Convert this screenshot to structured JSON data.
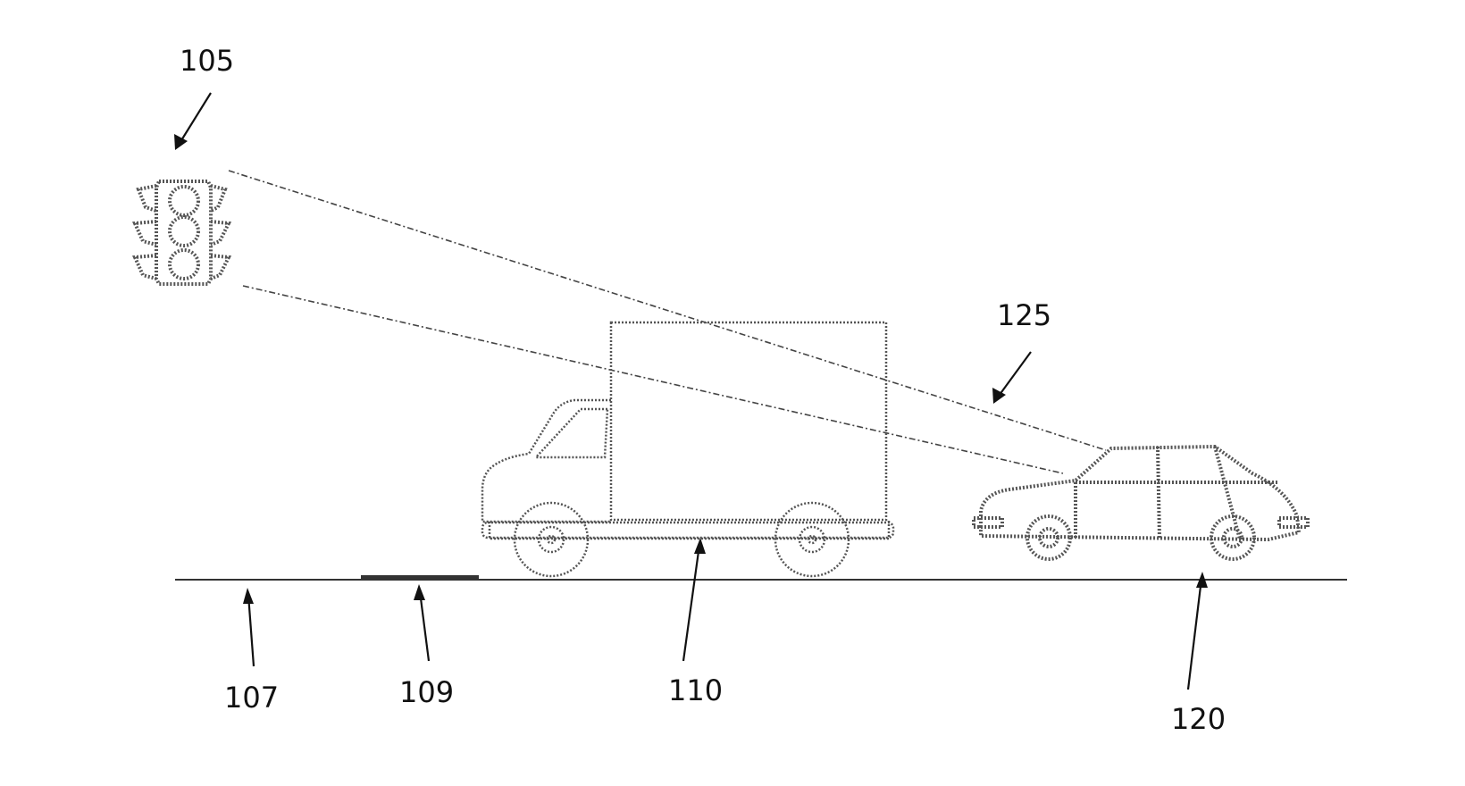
{
  "figure": {
    "reference_numerals": {
      "traffic_light": "105",
      "road": "107",
      "road_marking": "109",
      "truck": "110",
      "car": "120",
      "sight_line": "125"
    }
  },
  "colors": {
    "line": "#111111",
    "stipple": "#555555",
    "background": "#ffffff"
  }
}
